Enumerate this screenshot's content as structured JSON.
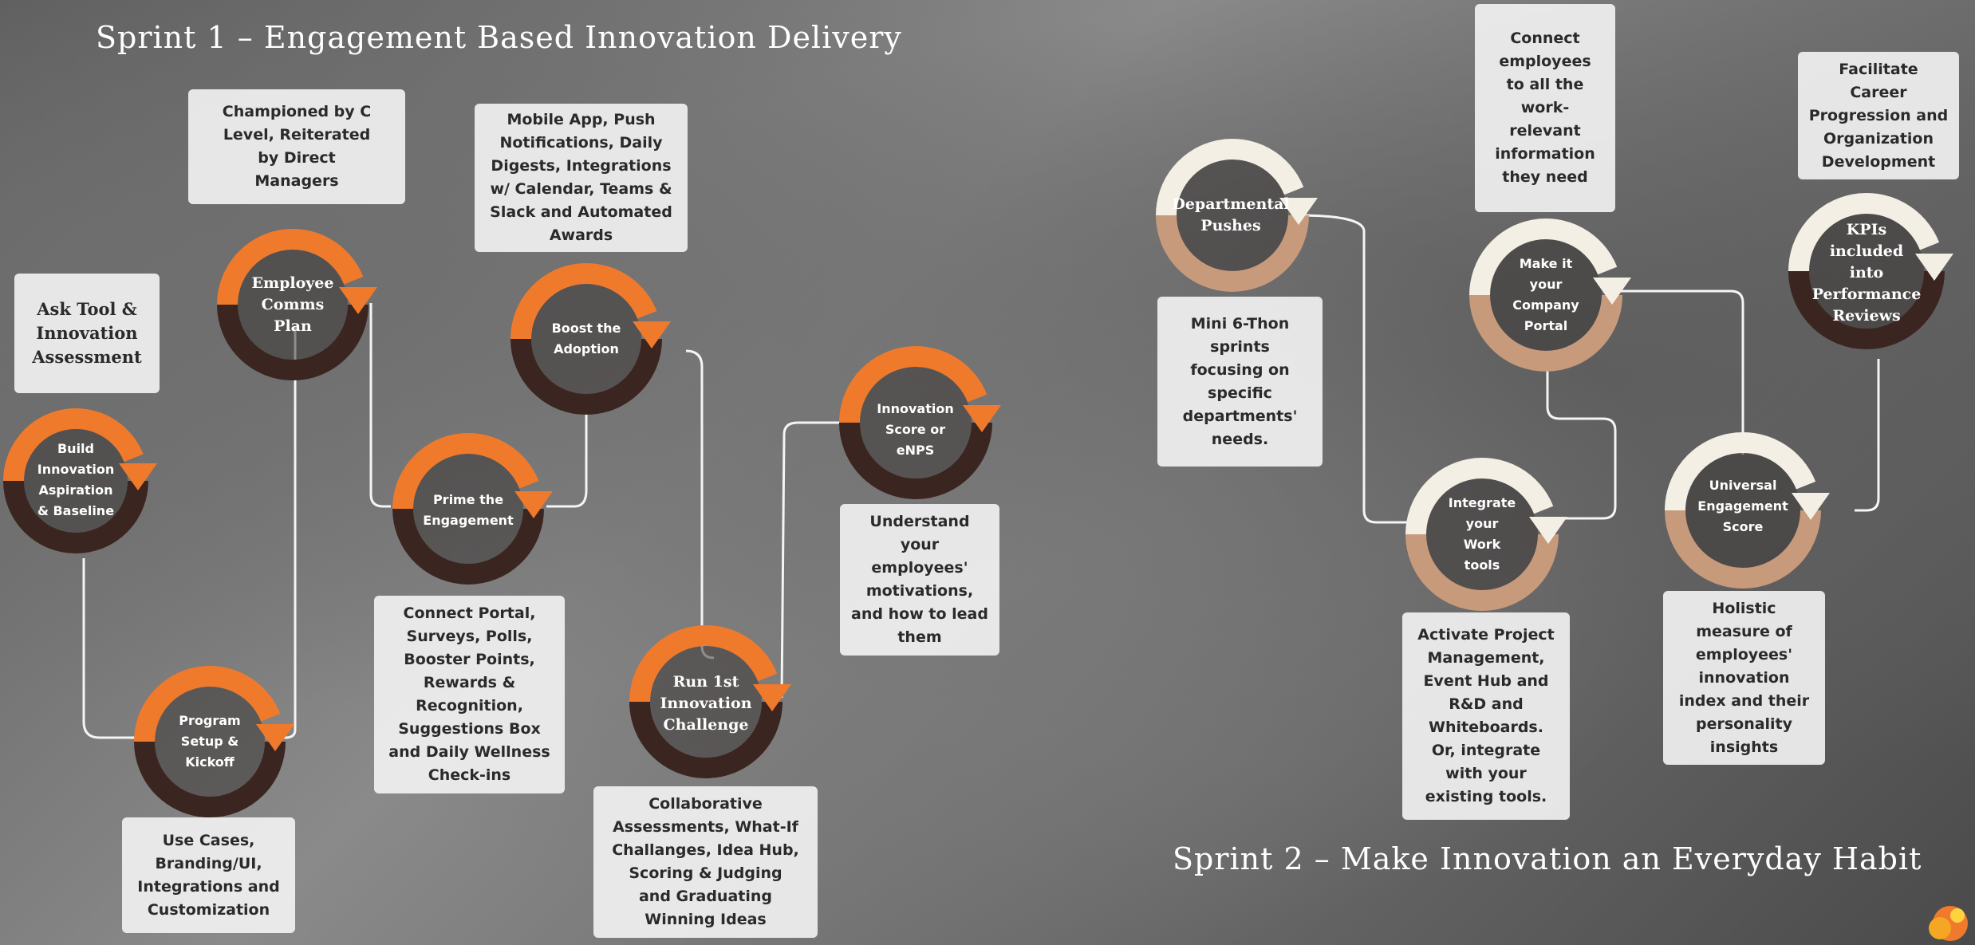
{
  "sprint1": {
    "title": "Sprint 1 – Engagement Based Innovation Delivery",
    "cards": {
      "ask_tool": "Ask Tool &\nInnovation\nAssessment",
      "championed": "Championed by C\nLevel, Reiterated\nby Direct\nManagers",
      "mobile_app": "Mobile App, Push\nNotifications, Daily\nDigests, Integrations\nw/ Calendar, Teams &\nSlack and Automated\nAwards",
      "understand": "Understand\nyour\nemployees'\nmotivations,\nand how to lead\nthem",
      "connect_portal": "Connect Portal,\nSurveys, Polls,\nBooster Points,\nRewards &\nRecognition,\nSuggestions Box\nand Daily Wellness\nCheck-ins",
      "use_cases": "Use Cases,\nBranding/UI,\nIntegrations and\nCustomization",
      "collaborative": "Collaborative\nAssessments, What-If\nChallanges, Idea Hub,\nScoring & Judging\nand Graduating\nWinning Ideas"
    },
    "rings": {
      "build": "Build\nInnovation\nAspiration\n& Baseline",
      "employee_comms": "Employee\nComms\nPlan",
      "boost": "Boost the\nAdoption",
      "prime": "Prime the\nEngagement",
      "innovation_score": "Innovation\nScore or\neNPS",
      "program_setup": "Program\nSetup &\nKickoff",
      "run_challenge": "Run 1st\nInnovation\nChallenge"
    }
  },
  "sprint2": {
    "title": "Sprint 2 – Make Innovation an Everyday Habit",
    "cards": {
      "connect_employees": "Connect\nemployees\nto all the\nwork-\nrelevant\ninformation\nthey need",
      "facilitate": "Facilitate\nCareer\nProgression and\nOrganization\nDevelopment",
      "mini_thon": "Mini 6-Thon\nsprints\nfocusing on\nspecific\ndepartments'\nneeds.",
      "activate": "Activate Project\nManagement,\nEvent Hub and\nR&D and\nWhiteboards.\nOr, integrate\nwith your\nexisting tools.",
      "holistic": "Holistic\nmeasure of\nemployees'\ninnovation\nindex and their\npersonality\ninsights"
    },
    "rings": {
      "departmental": "Departmental\nPushes",
      "company_portal": "Make it\nyour\nCompany\nPortal",
      "kpis": "KPIs\nincluded\ninto\nPerformance\nReviews",
      "integrate": "Integrate\nyour\nWork\ntools",
      "universal": "Universal\nEngagement\nScore"
    }
  },
  "colors": {
    "orange": "#f07a2c",
    "dark_brown": "#3b2520",
    "cream": "#f4efe4",
    "tan": "#c79a7b",
    "connector": "#f4f4f4"
  },
  "icons": {
    "logo": "orange-logo-icon"
  }
}
